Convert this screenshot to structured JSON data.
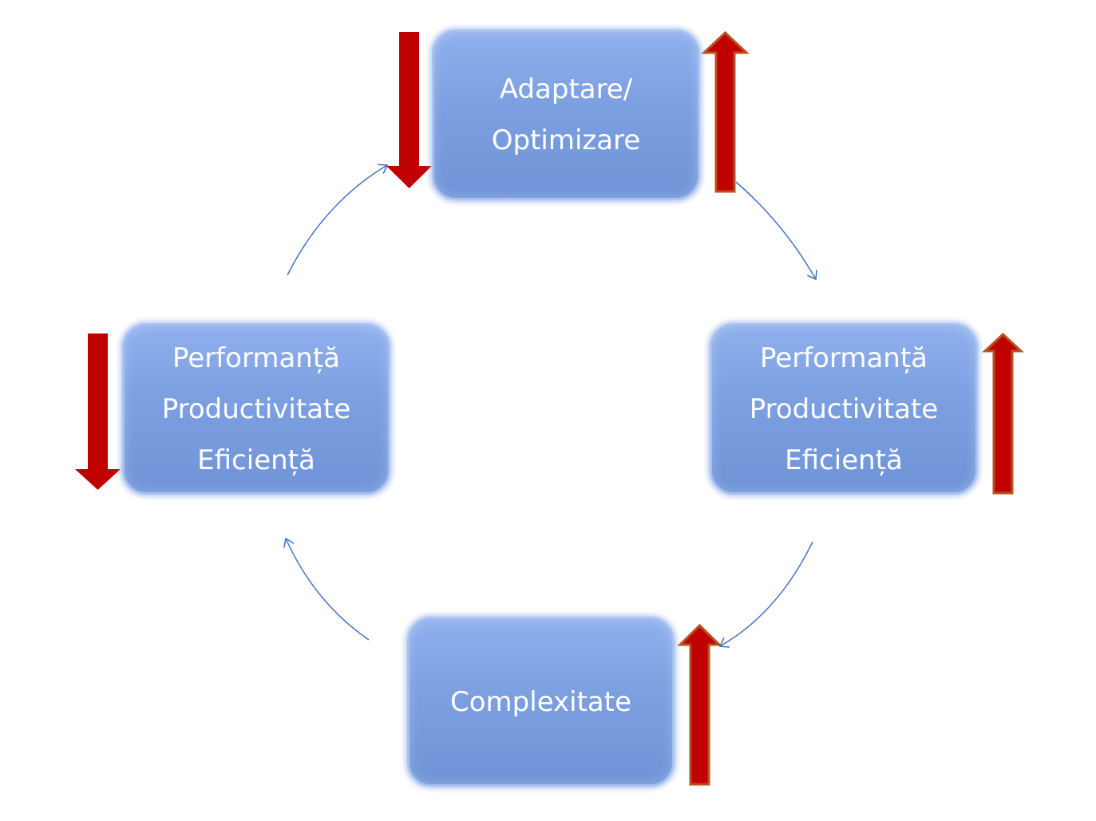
{
  "title": "Adaptation / optimization cycle",
  "nodes": {
    "top": {
      "lines": [
        "Adaptare/",
        "Optimizare"
      ]
    },
    "right": {
      "lines": [
        "Performanță",
        "Productivitate",
        "Eficiență"
      ]
    },
    "bottom": {
      "lines": [
        "Complexitate"
      ]
    },
    "left": {
      "lines": [
        "Performanță",
        "Productivitate",
        "Eficiență"
      ]
    }
  },
  "indicators": {
    "top_left": "decrease",
    "top_right": "increase",
    "right": "increase",
    "bottom": "increase",
    "left": "decrease"
  },
  "colors": {
    "box_fill": "#7c9fe0",
    "box_border": "#a8c2f2",
    "text": "#ffffff",
    "arrow_red": "#c00000",
    "arrow_outline": "#b8501e",
    "connector": "#4472c4"
  }
}
